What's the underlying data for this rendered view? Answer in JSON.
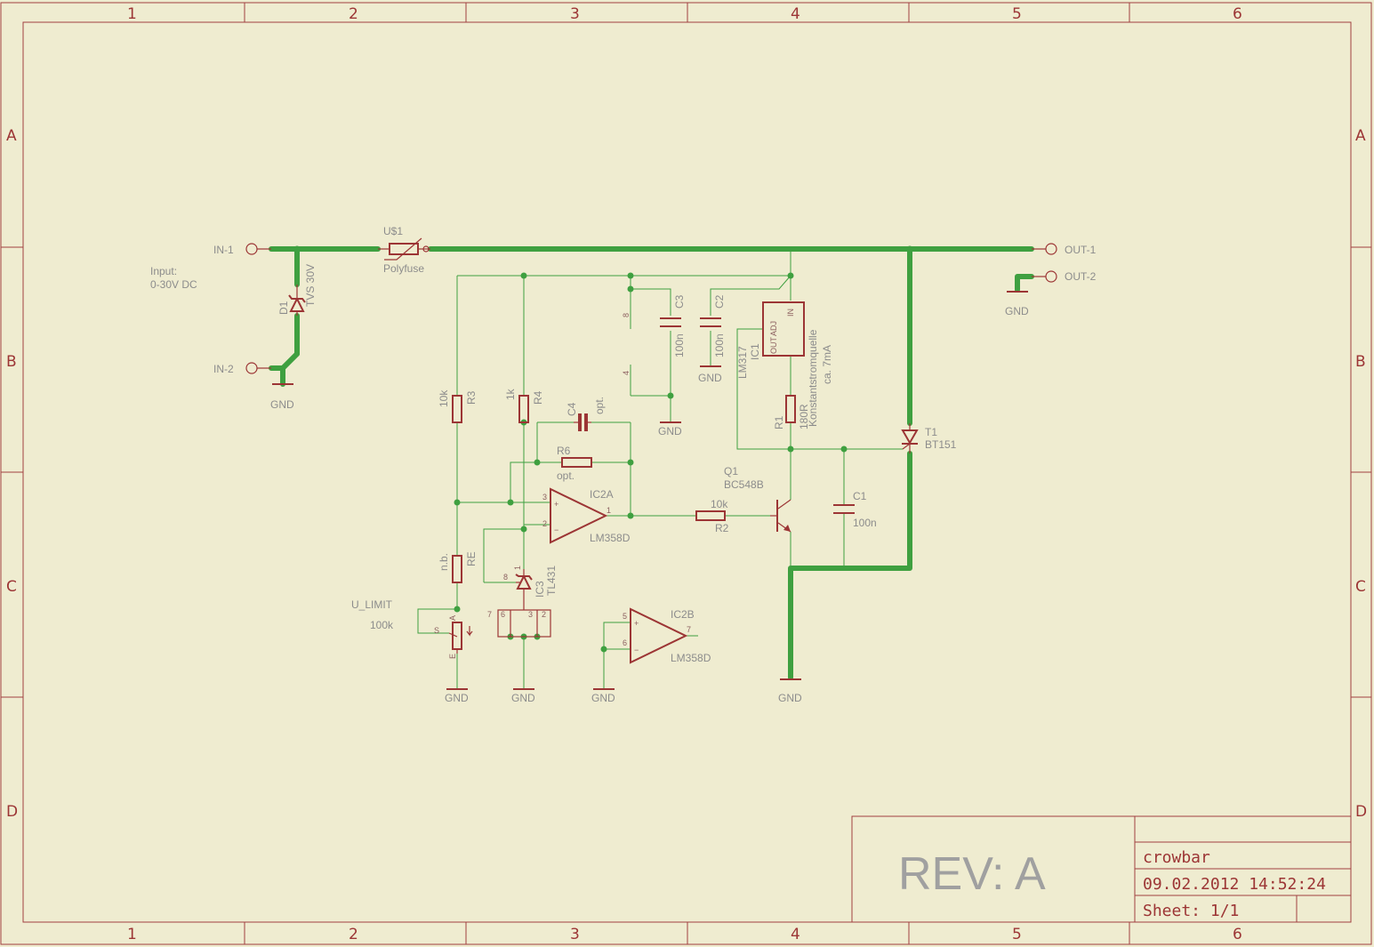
{
  "frame": {
    "columns": [
      "1",
      "2",
      "3",
      "4",
      "5",
      "6"
    ],
    "rows": [
      "A",
      "B",
      "C",
      "D"
    ]
  },
  "title_block": {
    "rev": "REV: A",
    "name": "crowbar",
    "datetime": "09.02.2012 14:52:24",
    "sheet": "Sheet: 1/1"
  },
  "labels": {
    "in1": "IN-1",
    "in2": "IN-2",
    "out1": "OUT-1",
    "out2": "OUT-2",
    "input_note_1": "Input:",
    "input_note_2": "0-30V DC",
    "d1_name": "D1",
    "d1_value": "TVS 30V",
    "us1_name": "U$1",
    "us1_value": "Polyfuse",
    "gnd": "GND",
    "r3_value": "10k",
    "r3_name": "R3",
    "r4_value": "1k",
    "r4_name": "R4",
    "c4_name": "C4",
    "c4_value": "opt.",
    "r6_name": "R6",
    "r6_value": "opt.",
    "ic2a_name": "IC2A",
    "ic2a_value": "LM358D",
    "ic2b_name": "IC2B",
    "ic2b_value": "LM358D",
    "re_value": "n.b.",
    "re_name": "RE",
    "ic3_name": "IC3",
    "ic3_value": "TL431",
    "u_limit": "U_LIMIT",
    "u_limit_value": "100k",
    "c3_name": "C3",
    "c3_value": "100n",
    "c2_name": "C2",
    "c2_value": "100n",
    "ic1_name": "IC1",
    "ic1_value": "LM317",
    "ic1_note_1": "Konstantstromquelle",
    "ic1_note_2": "ca. 7mA",
    "r1_name": "R1",
    "r1_value": "180R",
    "q1_name": "Q1",
    "q1_value": "BC548B",
    "r2_value": "10k",
    "r2_name": "R2",
    "t1_name": "T1",
    "t1_value": "BT151",
    "c1_name": "C1",
    "c1_value": "100n",
    "pin_adj": "ADJ",
    "pin_in": "IN",
    "pin_out": "OUT",
    "pin_8": "8",
    "pin_4": "4",
    "pin_3": "3",
    "pin_2": "2",
    "pin_1": "1",
    "pin_5": "5",
    "pin_6": "6",
    "pin_7": "7",
    "pin_s": "S",
    "pin_a": "A",
    "pin_e": "E",
    "plus": "+",
    "minus": "−"
  }
}
